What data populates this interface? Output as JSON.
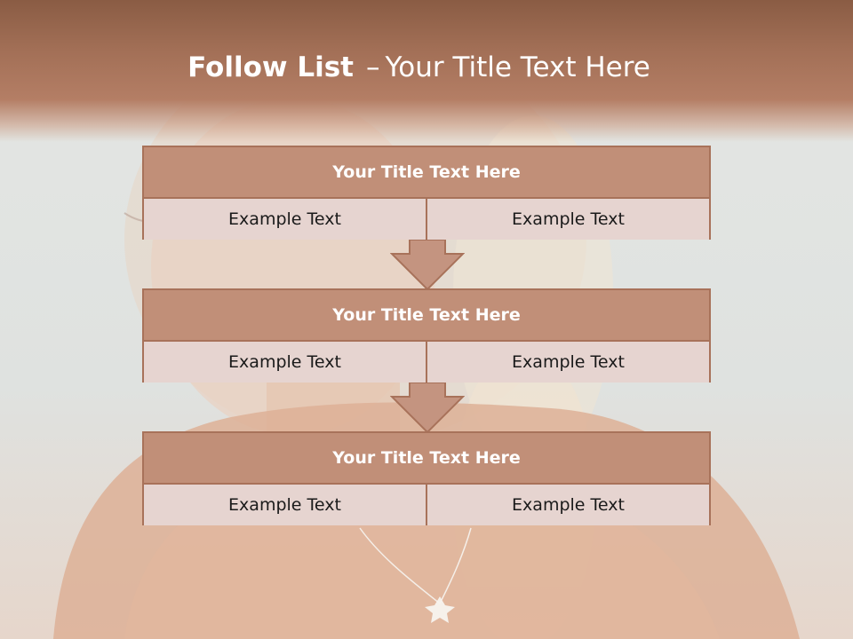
{
  "slide": {
    "title_bold": "Follow List",
    "title_dash": "–",
    "title_rest": "Your Title Text Here"
  },
  "colors": {
    "header_band": "#a26f56",
    "box_header": "#c18f78",
    "box_border": "#a8725a",
    "box_cell": "#e6d4d0",
    "arrow_fill": "#c49480"
  },
  "steps": [
    {
      "title": "Your Title Text Here",
      "left_text": "Example Text",
      "right_text": "Example Text"
    },
    {
      "title": "Your Title Text Here",
      "left_text": "Example Text",
      "right_text": "Example Text"
    },
    {
      "title": "Your Title Text Here",
      "left_text": "Example Text",
      "right_text": "Example Text"
    }
  ],
  "connectors": [
    {
      "icon": "down-arrow-icon"
    },
    {
      "icon": "down-arrow-icon"
    }
  ],
  "background": {
    "icon": "portrait-photo-image"
  }
}
